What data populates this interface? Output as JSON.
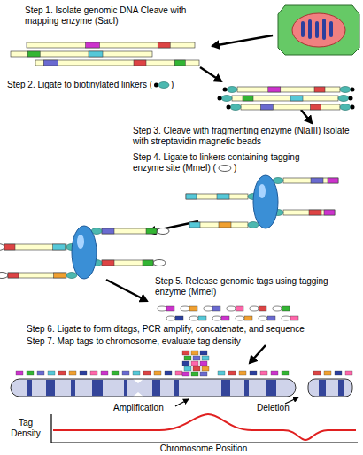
{
  "diagram": {
    "labels": [
      "Step 1. Isolate genomic DNA Cleave with mapping enzyme (SacI)",
      "Step 2. Ligate to biotinylated linkers (",
      ")",
      "Step 3. Cleave with fragmenting enzyme (NlaIII) Isolate with streptavidin magnetic beads",
      "Step 4. Ligate to linkers containing tagging enzyme site (MmeI) (",
      ")",
      "Step 5. Release genomic tags using tagging enzyme (MmeI)",
      "Step 6. Ligate to form ditags, PCR amplify, concatenate, and sequence",
      "Step 7. Map tags to chromosome, evaluate tag density",
      "Amplification",
      "Deletion",
      "Tag Density",
      "Chromosome Position"
    ]
  }
}
